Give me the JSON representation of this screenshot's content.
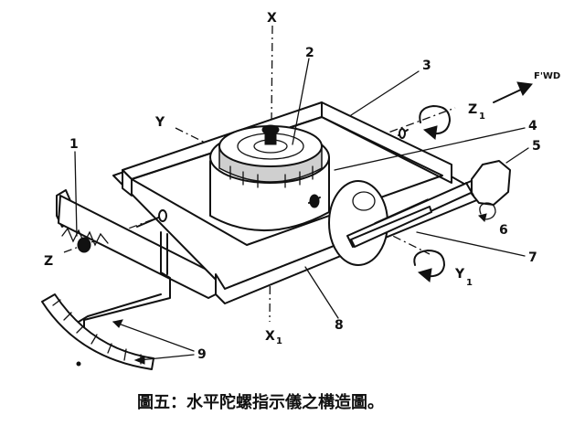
{
  "axes": {
    "x_top": "X",
    "x_bottom": "X",
    "x_bottom_sub": "1",
    "y_left": "Y",
    "y_right": "Y",
    "y_right_sub": "1",
    "z_left": "Z",
    "z_right": "Z",
    "z_right_sub": "1"
  },
  "direction_label": "F'WD",
  "parts": [
    "1",
    "2",
    "3",
    "4",
    "5",
    "6",
    "7",
    "8",
    "9"
  ],
  "caption": "圖五：水平陀螺指示儀之構造圖。"
}
